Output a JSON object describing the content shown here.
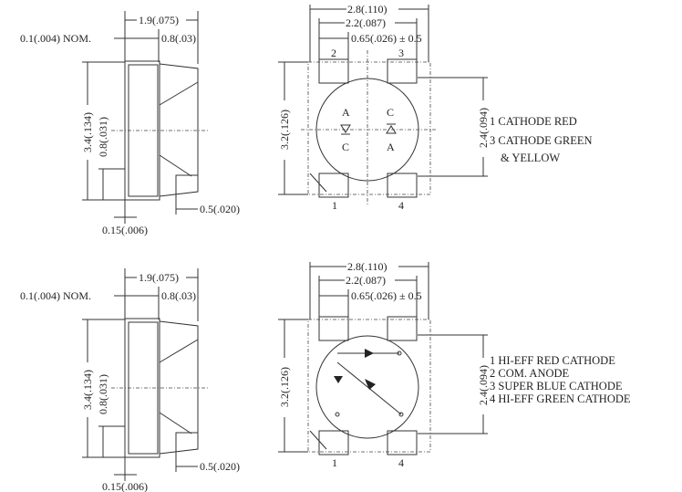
{
  "top": {
    "side": {
      "dim_width": "1.9(.075)",
      "dim_nom": "0.1(.004) NOM.",
      "dim_lens": "0.8(.03)",
      "dim_height": "3.4(.134)",
      "dim_lead": "0.8(.031)",
      "dim_bottom": "0.15(.006)",
      "dim_right": "0.5(.020)"
    },
    "plan": {
      "dim_outer": "2.8(.110)",
      "dim_pads": "2.2(.087)",
      "dim_pad": "0.65(.026) ± 0.5",
      "dim_height": "3.2(.126)",
      "dim_inner": "2.4(.094)",
      "pins": [
        "1",
        "2",
        "3",
        "4"
      ],
      "marks": [
        "A",
        "C",
        "C",
        "A"
      ]
    },
    "legend": [
      "1 CATHODE RED",
      "3 CATHODE GREEN",
      "& YELLOW"
    ]
  },
  "bottom": {
    "side": {
      "dim_width": "1.9(.075)",
      "dim_nom": "0.1(.004) NOM.",
      "dim_lens": "0.8(.03)",
      "dim_height": "3.4(.134)",
      "dim_lead": "0.8(.031)",
      "dim_bottom": "0.15(.006)",
      "dim_right": "0.5(.020)"
    },
    "plan": {
      "dim_outer": "2.8(.110)",
      "dim_pads": "2.2(.087)",
      "dim_pad": "0.65(.026) ± 0.5",
      "dim_height": "3.2(.126)",
      "dim_inner": "2.4(.094)",
      "pins": [
        "1",
        "4"
      ]
    },
    "legend": [
      "1 HI-EFF RED CATHODE",
      "2 COM. ANODE",
      "3 SUPER BLUE CATHODE",
      "4 HI-EFF GREEN CATHODE"
    ]
  }
}
